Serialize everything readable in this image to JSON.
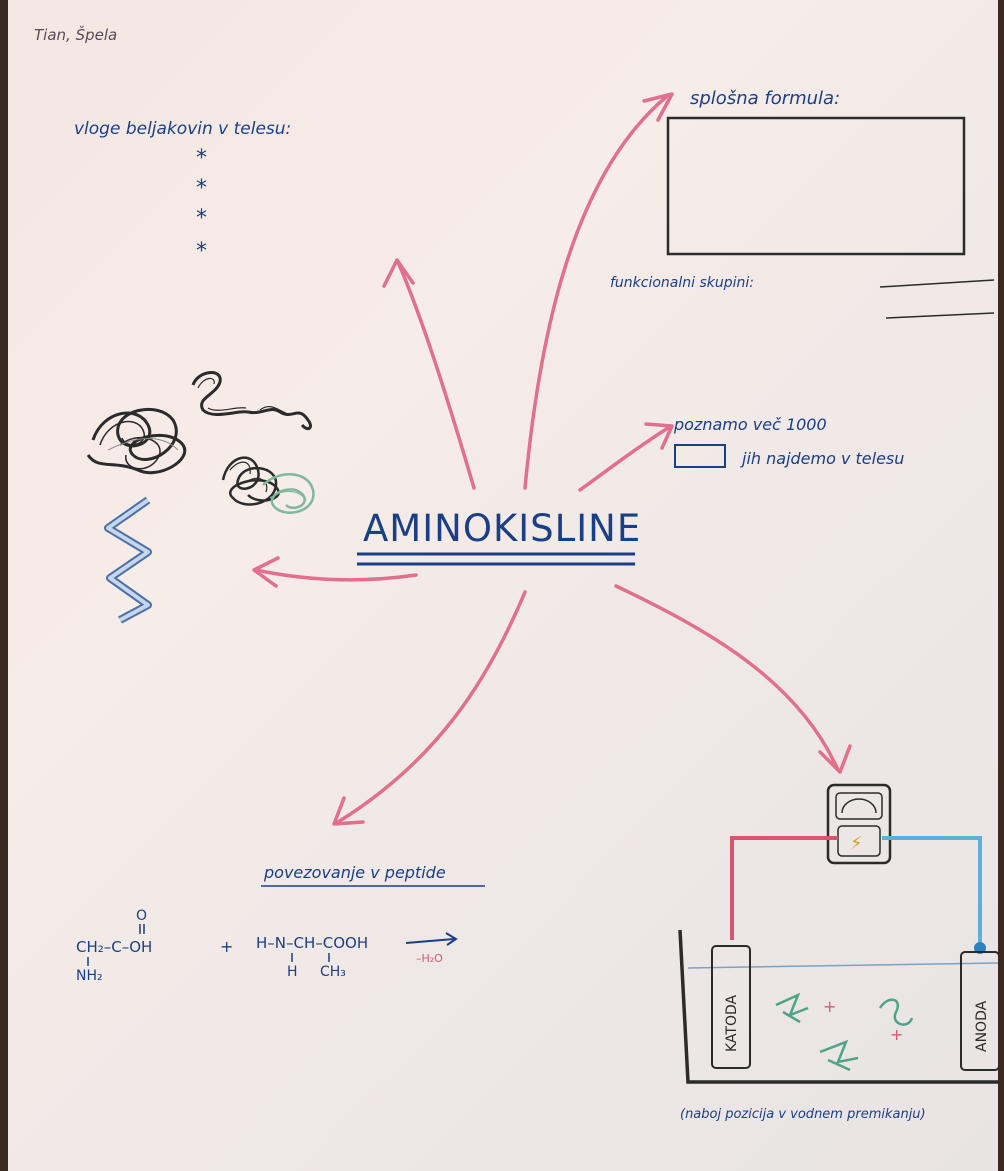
{
  "colors": {
    "ink": "#1a3f86",
    "arrow": "#e0708c",
    "paper": "#f4e7e2",
    "red_wire": "#d9556e",
    "blue_wire": "#5fb0d8"
  },
  "authors": "Tian, Špela",
  "central_topic": "AMINOKISLINE",
  "roles": {
    "title": "vloge beljakovin v telesu:",
    "bullets": [
      "*",
      "*",
      "*",
      "*"
    ]
  },
  "formula": {
    "title": "splošna formula:",
    "functional_groups_label": "funkcionalni skupini:"
  },
  "count": {
    "line1": "poznamo več 1000",
    "line2": "jih najdemo v telesu"
  },
  "peptides": {
    "title": "povezovanje v peptide",
    "reactant1": {
      "top": "O",
      "main": "CH₂–C–OH",
      "bottom": "NH₂"
    },
    "plus": "+",
    "reactant2": {
      "main": "H–N–CH–COOH",
      "sub_h": "H",
      "sub_ch3": "CH₃"
    },
    "byproduct": "–H₂O"
  },
  "electrophoresis": {
    "cathode_label": "KATODA",
    "anode_label": "ANODA",
    "meter_symbol": "⚡",
    "caption": "(naboj pozicija v vodnem premikanju)",
    "charge_marks": [
      "+",
      "+"
    ]
  },
  "illustration_icons": [
    "coiled-protein-icon",
    "helix-protein-icon",
    "globular-protein-icon",
    "chain-protein-icon"
  ]
}
